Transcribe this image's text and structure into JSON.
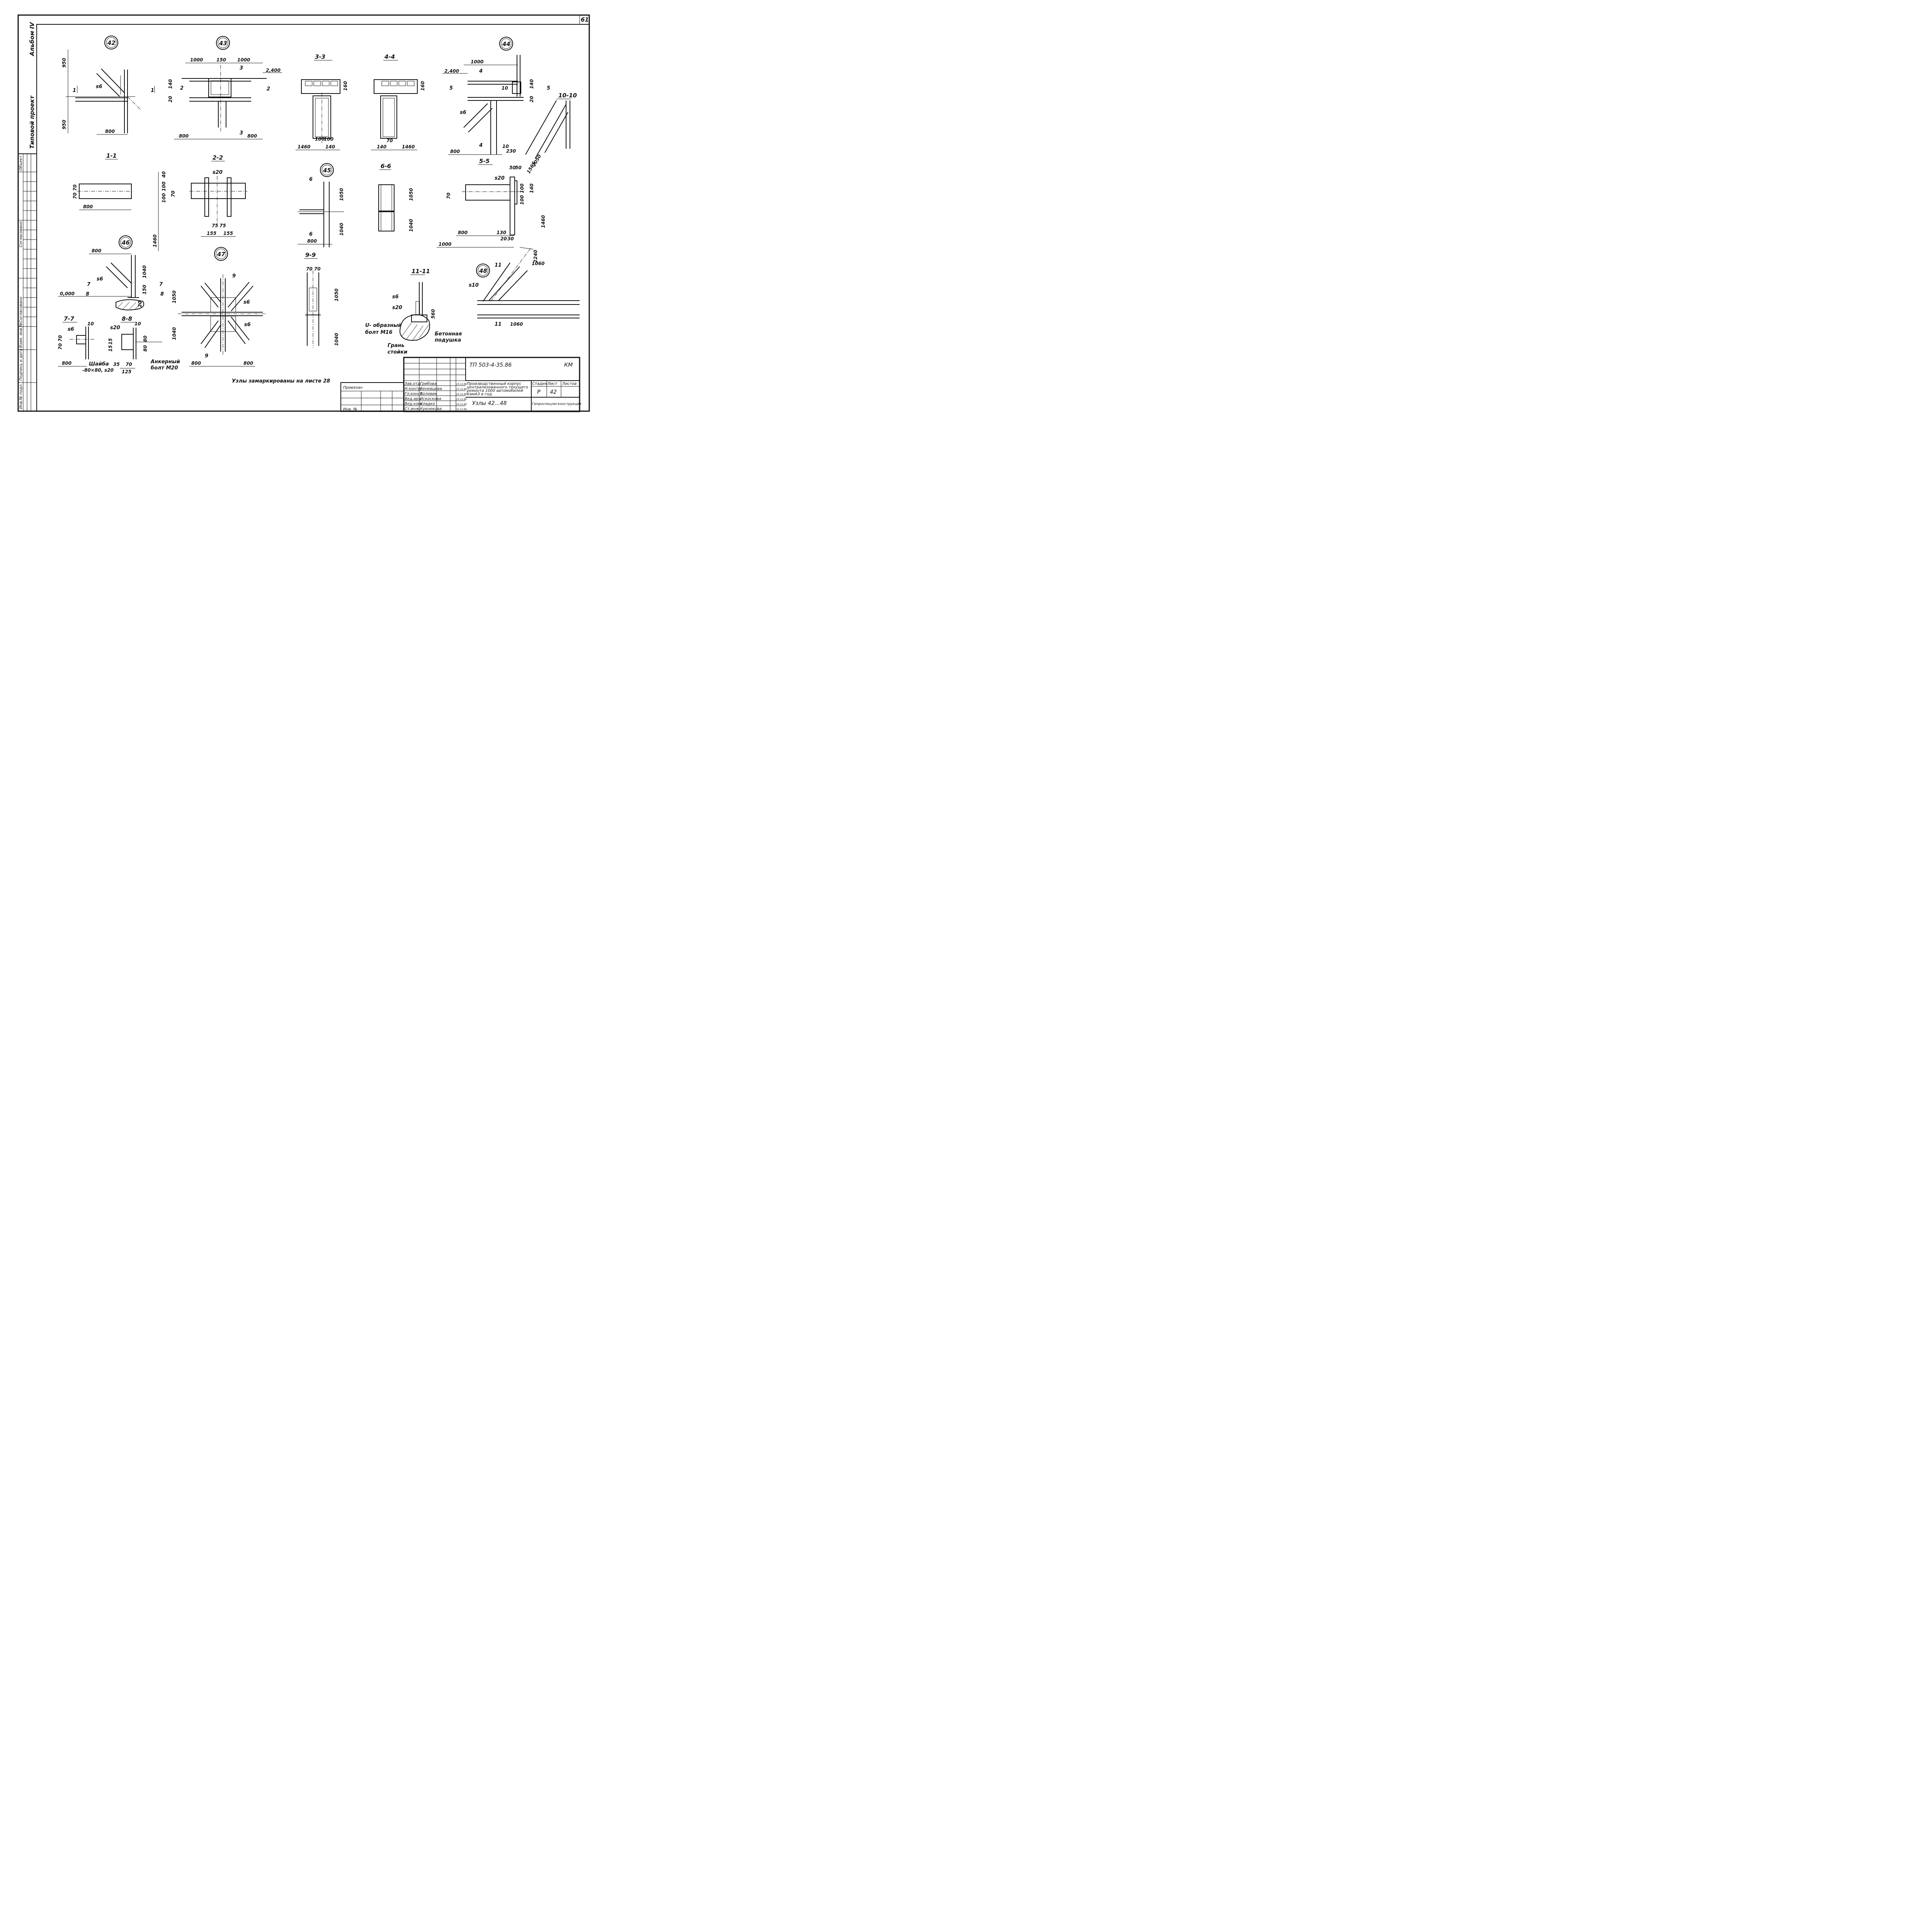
{
  "sheet": {
    "number": "61",
    "album": "Альбом IV",
    "project_type": "Типовой проект"
  },
  "side_stamp": [
    "Объект",
    "Согласовано",
    "Согласовано",
    "Взам. инв.№",
    "Подпись и дата",
    "Инв.№ подл."
  ],
  "nodes": [
    "42",
    "43",
    "44",
    "45",
    "46",
    "47",
    "48"
  ],
  "sections": [
    "1-1",
    "2-2",
    "3-3",
    "4-4",
    "5-5",
    "6-6",
    "7-7",
    "8-8",
    "9-9",
    "10-10",
    "11-11"
  ],
  "marks": {
    "s6": "s6",
    "s10": "s10",
    "s20": "s20",
    "elev_2400": "2,400",
    "elev_0": "0,000",
    "washer": "Шайба",
    "washer_size": "-80×80, s20",
    "anchor": "Анкерный",
    "anchor_bolt": "болт М20",
    "u_bolt": "U- образный",
    "u_bolt_size": "болт М16",
    "concrete": "Бетонная",
    "pad": "подушка",
    "edge": "Грань",
    "edge2": "стойки"
  },
  "dims": {
    "d950": "950",
    "d800": "800",
    "d1000": "1000",
    "d150": "150",
    "d140": "140",
    "d20": "20",
    "d160": "160",
    "d1460": "1460",
    "d100": "100",
    "d70": "70",
    "d40": "40",
    "d75": "75",
    "d155": "155",
    "d1050": "1050",
    "d1040": "1040",
    "d10": "10",
    "d230": "230",
    "d50": "50",
    "d130": "130",
    "d30": "30",
    "d15": "15",
    "d35": "35",
    "d125": "125",
    "d80": "80",
    "d560": "560",
    "d1060": "1060",
    "d2240": "2240",
    "d2050": "2050",
    "d1565": "1565",
    "d1060b": "1060",
    "d7070": "70 70"
  },
  "note": "Узлы замаркированы на листе 28",
  "title_block": {
    "code": "ТП 503-4-35.86",
    "mark": "КМ",
    "tied": "Привязан",
    "inv": "Инв. №",
    "roles": [
      "Зав.отд.",
      "Н.контр.",
      "Гл.конст.",
      "Вед.арх.",
      "Вед.конс.",
      "Ст.инж."
    ],
    "names": [
      "Грибова",
      "Веневцева",
      "Воловик",
      "Искоскова",
      "Кладко",
      "Кукнекова"
    ],
    "dates": [
      "25.12.86",
      "15.12.86",
      "23.12.86",
      "23.12.86",
      "23.12.86",
      "23.12.86"
    ],
    "description": [
      "Производственный корпус",
      "централизованного текущего",
      "ремонта 1000 автомобилей",
      "КамАЗ в год."
    ],
    "subject": "Узлы 42...48",
    "stage_h": "Стадия",
    "sheet_h": "Лист",
    "sheets_h": "Листов",
    "stage": "Р",
    "sheet_no": "42",
    "org": "Гипроспецлегконструкция"
  }
}
